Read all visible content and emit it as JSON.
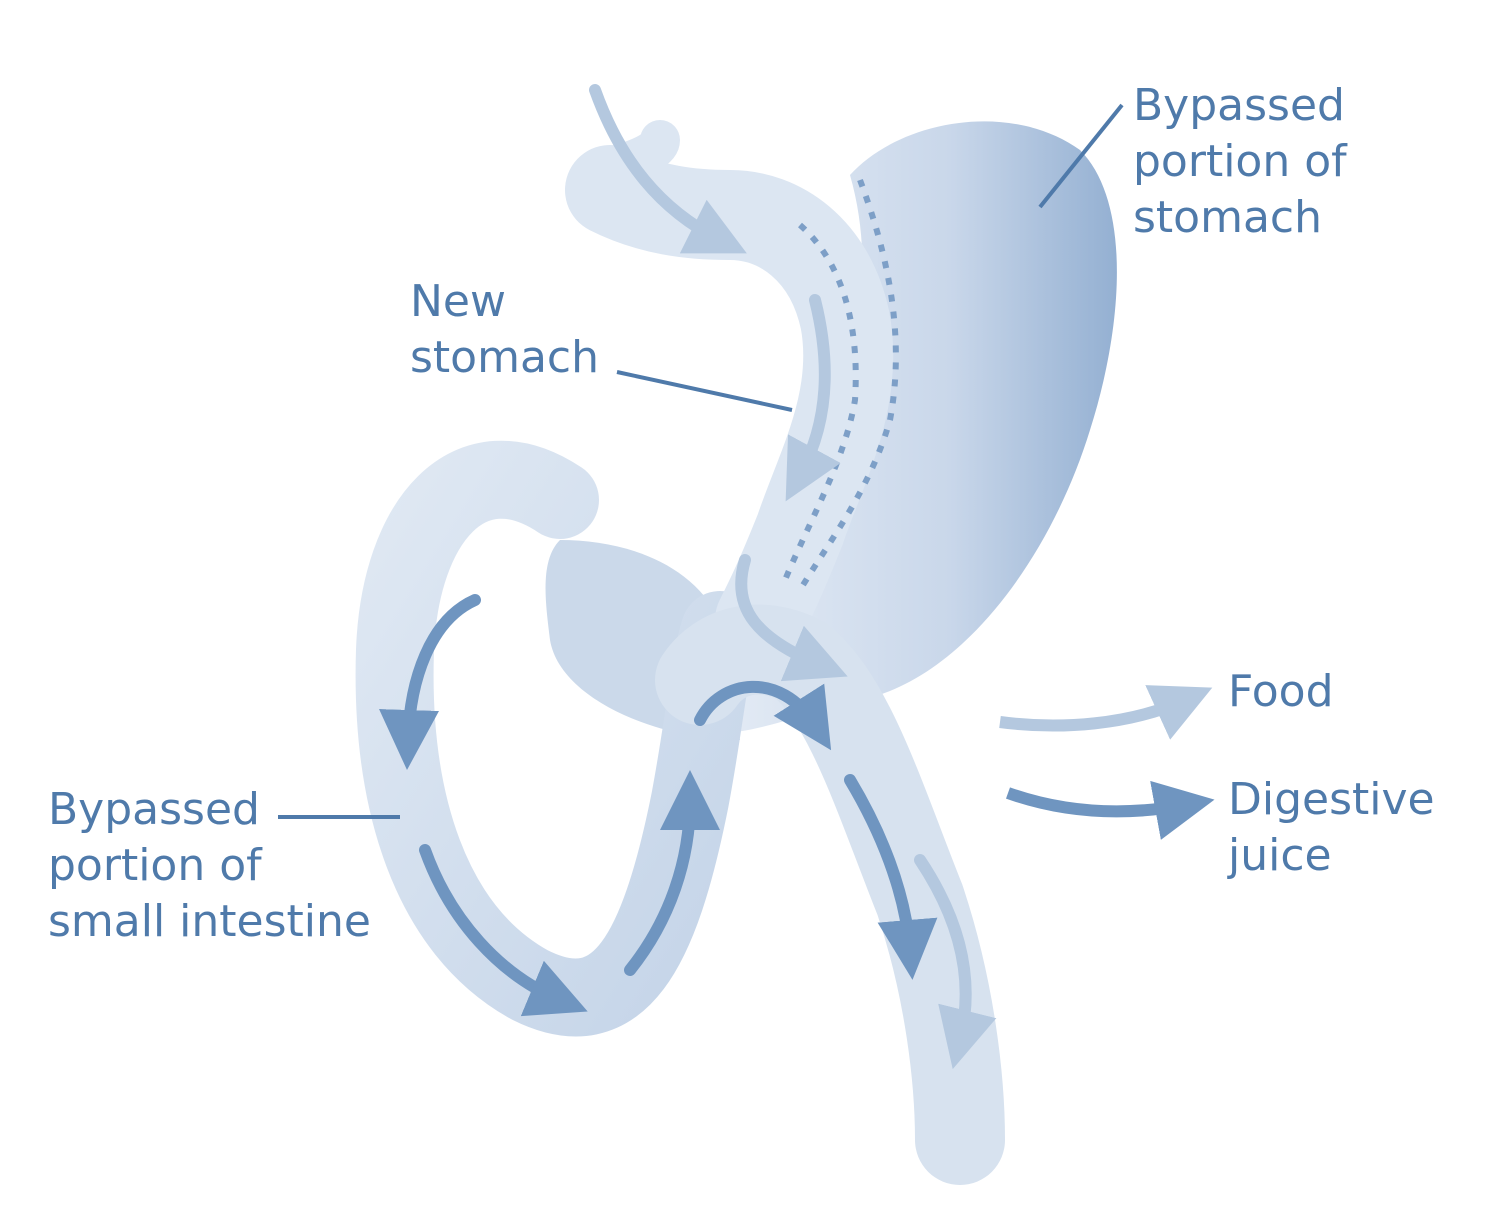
{
  "labels": {
    "bypassed_stomach": [
      "Bypassed",
      "portion of",
      "stomach"
    ],
    "new_stomach": [
      "New",
      "stomach"
    ],
    "bypassed_intestine": [
      "Bypassed",
      "portion of",
      "small intestine"
    ]
  },
  "legend": {
    "food": "Food",
    "digestive_juice": [
      "Digestive",
      "juice"
    ]
  },
  "colors": {
    "text": "#4f7aaa",
    "food_arrow": "#b4c8df",
    "juice_arrow": "#6f95c0",
    "organ": "#cfdcec"
  }
}
